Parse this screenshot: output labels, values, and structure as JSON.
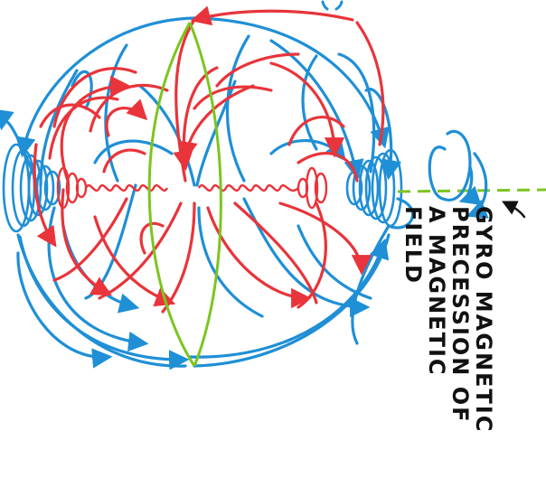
{
  "caption": {
    "line1": "GYRO MAGNETIC",
    "line2": "PRECESSION OF",
    "line3": "A MAGNETIC",
    "line4": "FIELD"
  },
  "colors": {
    "red_field_lines": "#e8343a",
    "blue_field_lines": "#1f8fd6",
    "green_plane_and_axis": "#7cc520",
    "text": "#111111"
  },
  "icons": [
    "precession-rotation-arrow",
    "pointer-arrow"
  ]
}
